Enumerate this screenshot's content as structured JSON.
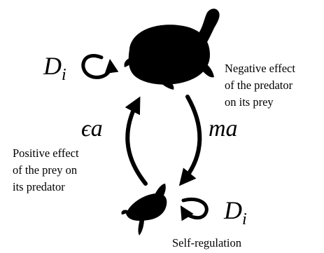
{
  "diagram": {
    "nodes": [
      {
        "id": "predator",
        "icon": "turtle-silhouette-icon"
      },
      {
        "id": "prey",
        "icon": "hatchling-turtle-silhouette-icon"
      }
    ],
    "edges": [
      {
        "from": "predator",
        "to": "prey",
        "symbol": "ma",
        "description": [
          "Negative effect",
          "of the predator",
          "on its prey"
        ]
      },
      {
        "from": "prey",
        "to": "predator",
        "symbol": "ϵa",
        "description": [
          "Positive effect",
          "of the prey on",
          "its predator"
        ]
      }
    ],
    "self_loops": [
      {
        "node": "predator",
        "symbol_base": "D",
        "symbol_sub": "i"
      },
      {
        "node": "prey",
        "symbol_base": "D",
        "symbol_sub": "i",
        "caption": "Self-regulation"
      }
    ]
  },
  "colors": {
    "ink": "#000000",
    "background": "#ffffff"
  }
}
